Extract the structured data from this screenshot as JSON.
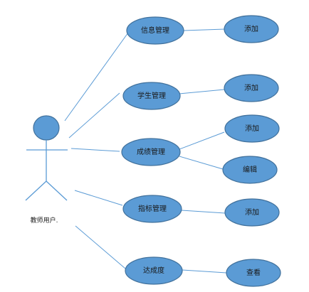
{
  "actor": {
    "label": "教师用户."
  },
  "use_cases": [
    {
      "id": "info-management",
      "label": "信息管理"
    },
    {
      "id": "student-management",
      "label": "学生管理"
    },
    {
      "id": "grade-management",
      "label": "成绩管理"
    },
    {
      "id": "indicator-management",
      "label": "指标管理"
    },
    {
      "id": "achievement",
      "label": "达成度"
    }
  ],
  "sub_cases": [
    {
      "id": "info-add",
      "label": "添加",
      "parent": "info-management"
    },
    {
      "id": "student-add",
      "label": "添加",
      "parent": "student-management"
    },
    {
      "id": "grade-add",
      "label": "添加",
      "parent": "grade-management"
    },
    {
      "id": "grade-edit",
      "label": "编辑",
      "parent": "grade-management"
    },
    {
      "id": "indicator-add",
      "label": "添加",
      "parent": "indicator-management"
    },
    {
      "id": "achievement-view",
      "label": "查看",
      "parent": "achievement"
    }
  ],
  "colors": {
    "node_fill": "#5b9bd5",
    "node_stroke": "#41719c",
    "line": "#5b9bd5"
  }
}
